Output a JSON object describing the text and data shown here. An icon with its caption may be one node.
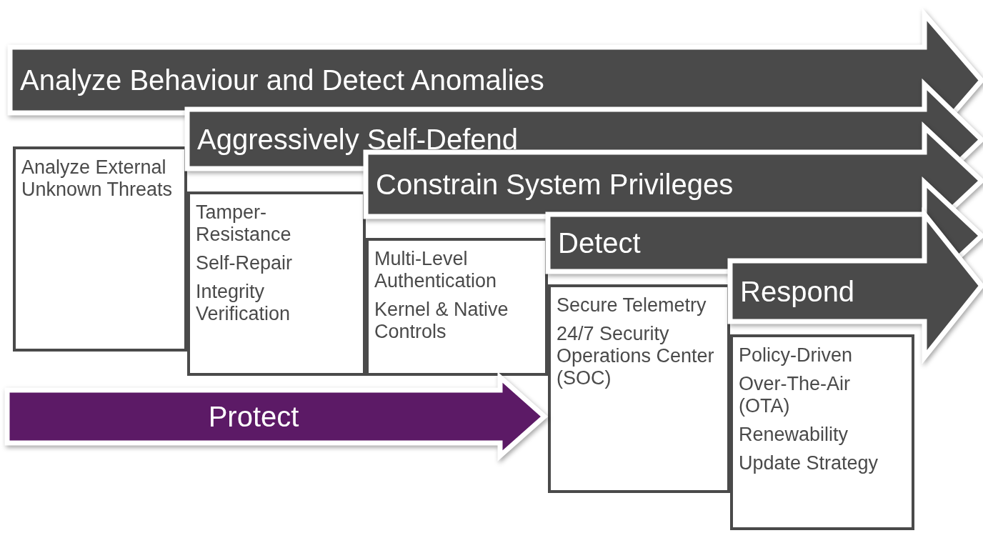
{
  "diagram": {
    "nodes": [
      {
        "text": [
          "Analyze Behaviour and Detect Anomalies"
        ]
      },
      {
        "text": [
          "Analyze External Unknown Threats"
        ]
      },
      {
        "text": [
          "Aggressively Self-Defend"
        ]
      },
      {
        "text": [
          "Tamper-Resistance",
          "Self-Repair",
          "Integrity Verification"
        ]
      },
      {
        "text": [
          "Constrain System Privileges"
        ]
      },
      {
        "text": [
          "Multi-Level Authentication",
          "Kernel & Native Controls"
        ]
      },
      {
        "text": [
          "Detect"
        ]
      },
      {
        "text": [
          "Secure Telemetry",
          "24/7 Security Operations Center (SOC)"
        ]
      },
      {
        "text": [
          "Respond"
        ]
      },
      {
        "text": [
          "Policy-Driven",
          "Over-The-Air (OTA)",
          "Renewability",
          "Update Strategy"
        ]
      },
      {
        "text": [
          "Protect"
        ]
      }
    ]
  }
}
